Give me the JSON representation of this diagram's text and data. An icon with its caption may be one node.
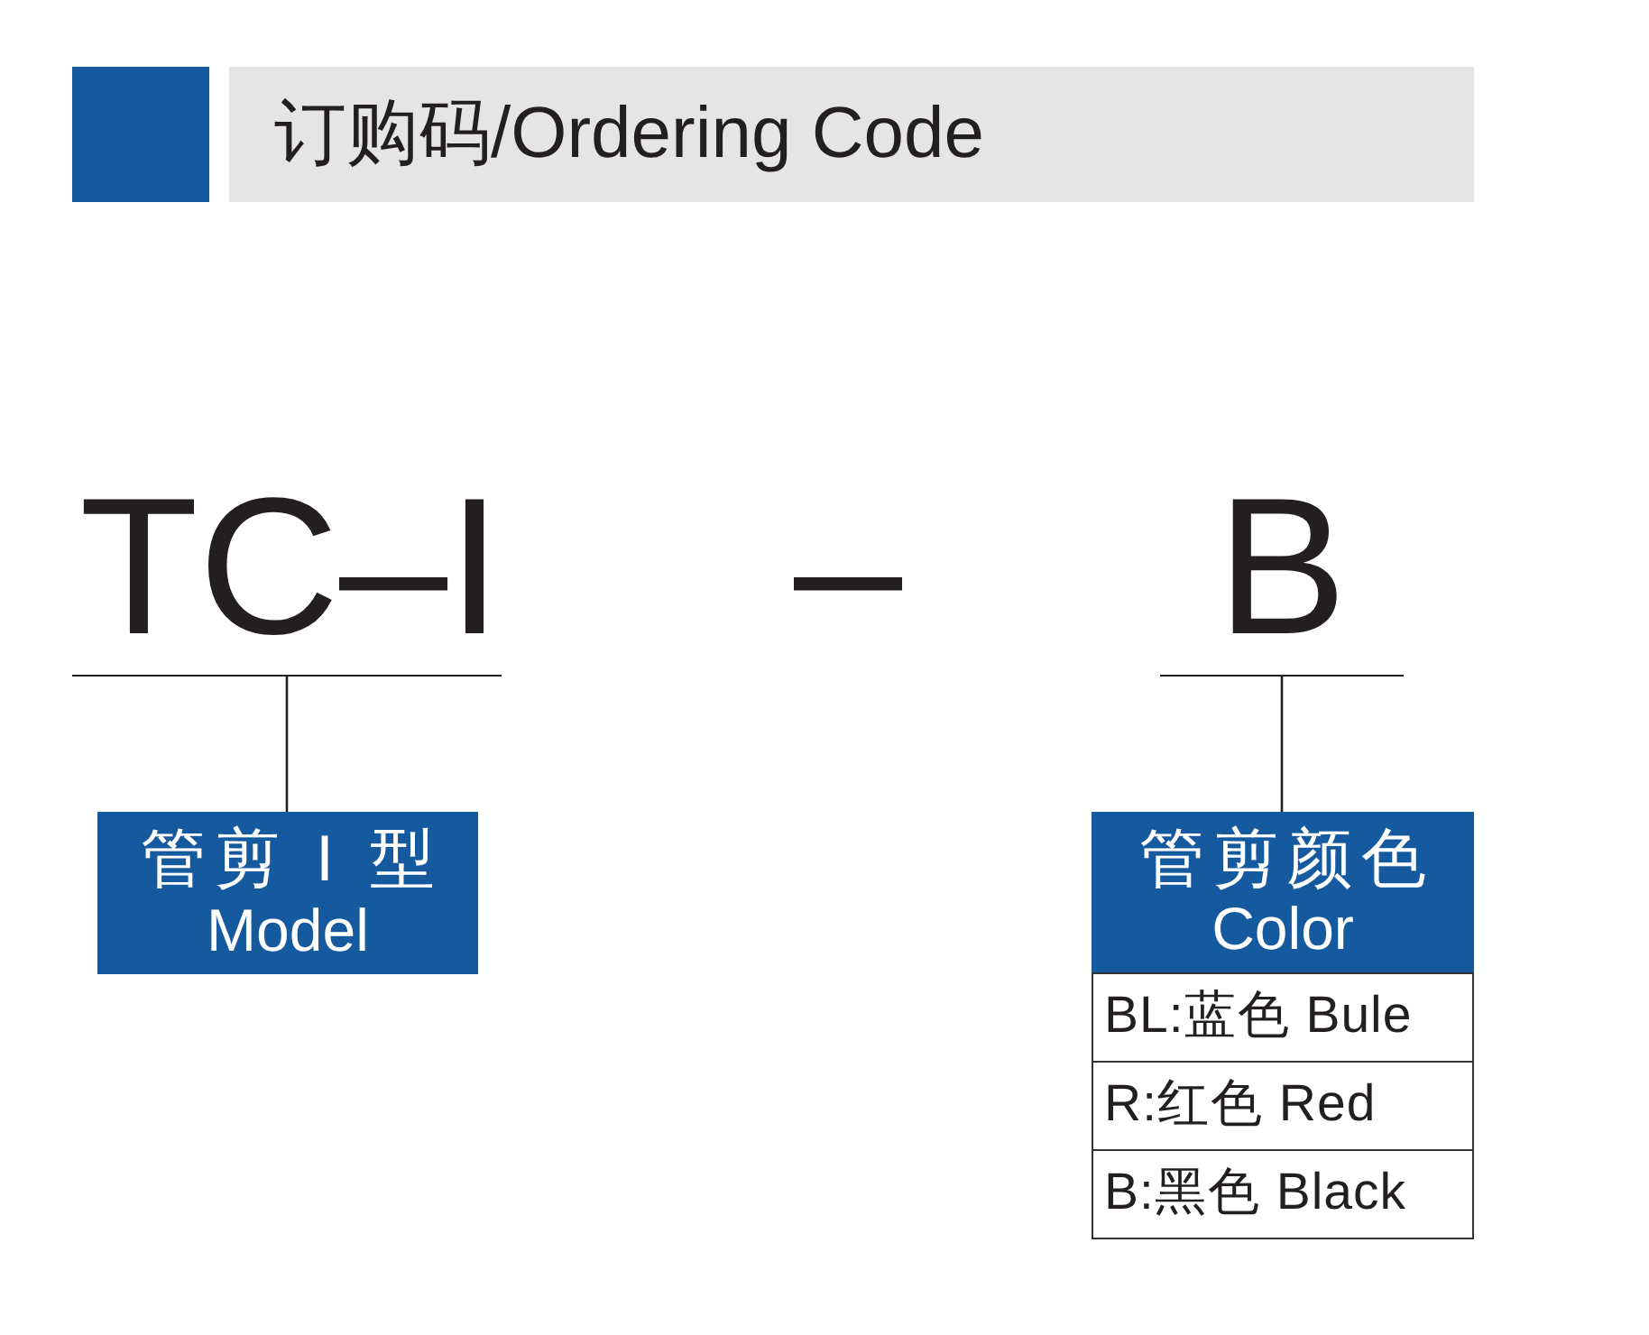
{
  "diagram": {
    "title": "订购码/Ordering Code",
    "nodes": [
      {
        "text": [
          "TC–I"
        ]
      },
      {
        "text": [
          "管剪 I 型",
          "Model"
        ]
      },
      {
        "text": [
          "B"
        ]
      },
      {
        "text": [
          "管剪颜色",
          "Color"
        ]
      },
      {
        "text": [
          "BL:蓝色 Bule"
        ]
      },
      {
        "text": [
          "R:红色 Red"
        ]
      },
      {
        "text": [
          "B:黑色 Black"
        ]
      }
    ],
    "edges": [
      {
        "from": 0,
        "to": 1,
        "arrow": "none"
      },
      {
        "from": 2,
        "to": 3,
        "arrow": "none"
      }
    ],
    "labels": [
      "–"
    ]
  }
}
